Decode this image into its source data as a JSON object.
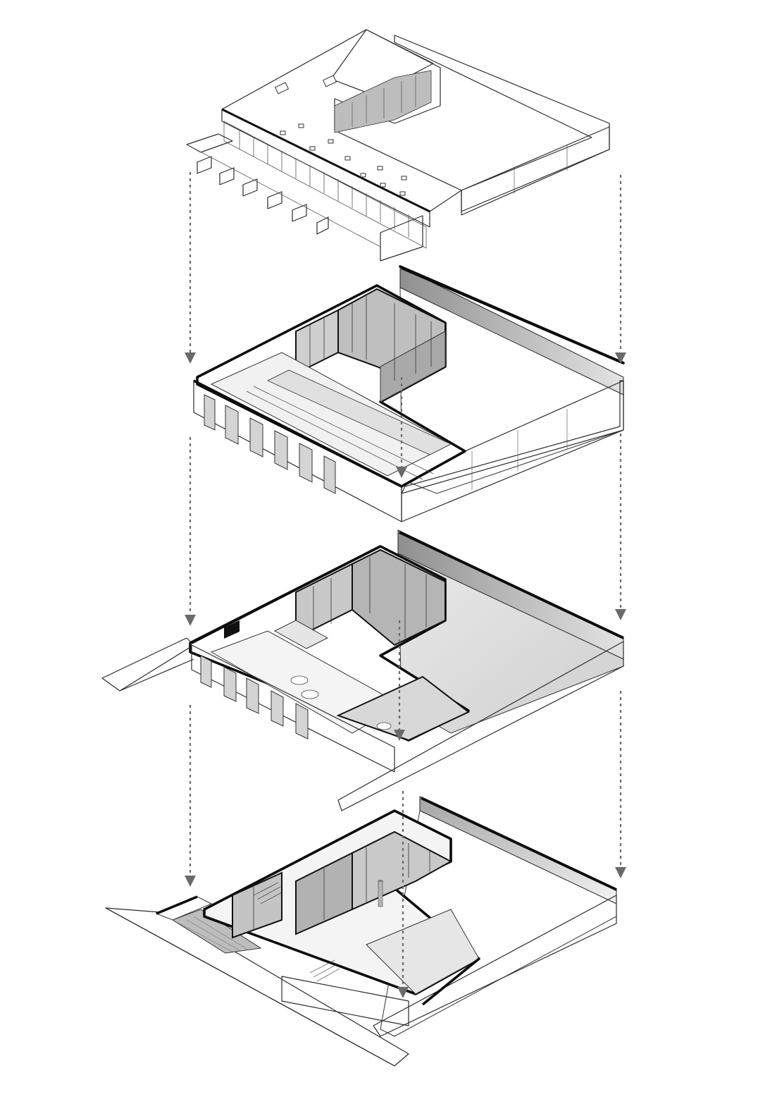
{
  "diagram": {
    "type": "exploded axonometric",
    "layers": [
      {
        "id": "roof"
      },
      {
        "id": "upper-floor"
      },
      {
        "id": "ground-floor"
      },
      {
        "id": "basement"
      }
    ],
    "colors": {
      "line": "#2b2b2b",
      "bold_wall": "#0d0d0d",
      "arrow": "#6a6a6a",
      "shade": "#d9d9d9",
      "dark_wall": "#9a9a9a"
    }
  }
}
